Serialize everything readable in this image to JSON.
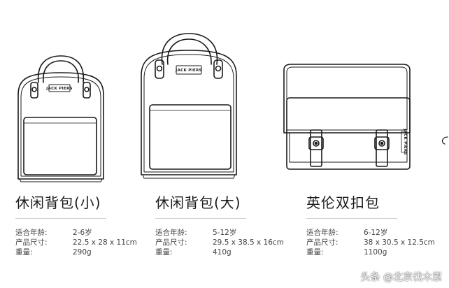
{
  "products": [
    {
      "title": "休闲背包(小)",
      "specs": [
        {
          "label": "适合年龄:",
          "value": "2-6岁"
        },
        {
          "label": "产品尺寸:",
          "value": "22.5 x 28 x 11cm"
        },
        {
          "label": "重量:",
          "value": "290g"
        }
      ]
    },
    {
      "title": "休闲背包(大)",
      "specs": [
        {
          "label": "适合年龄:",
          "value": "5-12岁"
        },
        {
          "label": "产品尺寸:",
          "value": "29.5 x 38.5 x 16cm"
        },
        {
          "label": "重量:",
          "value": "410g"
        }
      ]
    },
    {
      "title": "英伦双扣包",
      "specs": [
        {
          "label": "适合年龄:",
          "value": "6-12岁"
        },
        {
          "label": "产品尺寸:",
          "value": "38 x 30.5 x 12.5cm"
        },
        {
          "label": "重量:",
          "value": "1100g"
        }
      ]
    }
  ],
  "brand_logo": "JACK PIERS",
  "watermark": "头条 @北京伐木累",
  "colors": {
    "line": "#1a1a1a",
    "rule": "#cfcfcf",
    "text": "#444444"
  }
}
